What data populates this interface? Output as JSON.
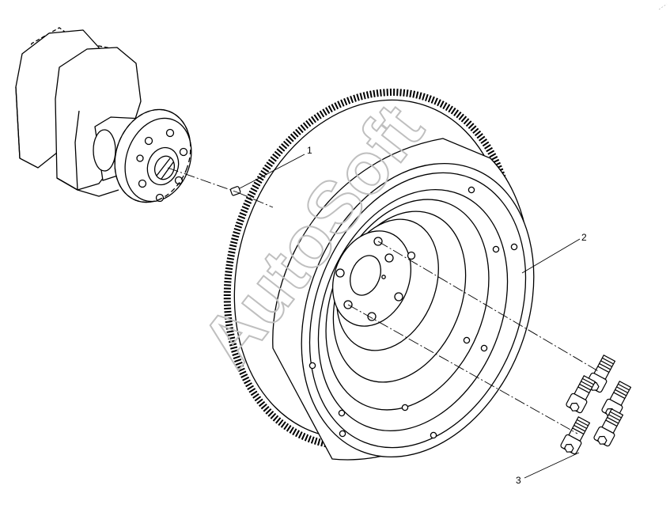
{
  "callouts": [
    {
      "number": "1",
      "part": "dowel-pin"
    },
    {
      "number": "2",
      "part": "flywheel"
    },
    {
      "number": "3",
      "part": "flywheel-bolts"
    }
  ],
  "watermark": "AutoSoft",
  "colors": {
    "line": "#000000",
    "watermark": "#c8c8c8",
    "background": "#ffffff"
  }
}
